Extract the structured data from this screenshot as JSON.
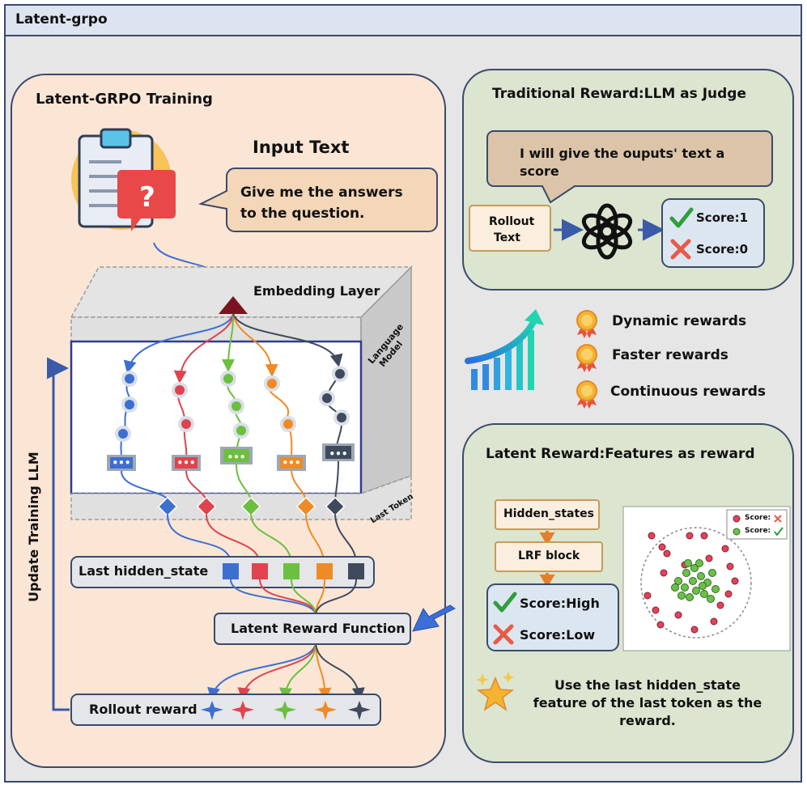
{
  "window": {
    "title": "Latent-grpo"
  },
  "left_panel": {
    "title": "Latent-GRPO Training",
    "input_title": "Input Text",
    "input_bubble": [
      "Give me the answers",
      "to the question."
    ],
    "embedding_label": "Embedding Layer",
    "language_model_label": [
      "Language",
      "Model"
    ],
    "last_token_label": "Last Token",
    "last_hidden_state_label": "Last hidden_state",
    "latent_reward_function_label": "Latent Reward Function",
    "rollout_reward_label": "Rollout reward",
    "update_label": "Update Training LLM",
    "colors": [
      "#3d6fd1",
      "#e0434d",
      "#6cbf3f",
      "#f08a24",
      "#3f4a5c"
    ]
  },
  "traditional_panel": {
    "title": "Traditional Reward:LLM as Judge",
    "bubble": [
      "I will give the ouputs' text a",
      "score"
    ],
    "rollout_text": [
      "Rollout",
      "Text"
    ],
    "score_good": "Score:1",
    "score_bad": "Score:0"
  },
  "benefits": [
    "Dynamic rewards",
    "Faster rewards",
    "Continuous rewards"
  ],
  "latent_panel": {
    "title": "Latent Reward:Features as reward",
    "hidden_states": "Hidden_states",
    "lrf_block": "LRF block",
    "score_high": "Score:High",
    "score_low": "Score:Low",
    "legend_bad": "Score:",
    "legend_good": "Score:",
    "description": [
      "Use the last hidden_state",
      "feature of the last token as the",
      "reward."
    ]
  }
}
